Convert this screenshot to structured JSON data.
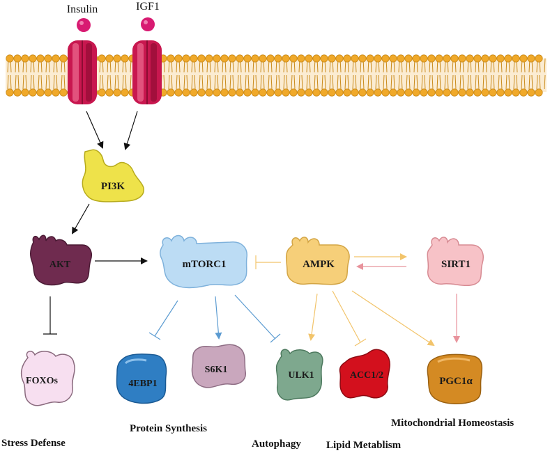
{
  "ligands": [
    {
      "name": "Insulin",
      "color": "#d81b72"
    },
    {
      "name": "IGF1",
      "color": "#d81b72"
    }
  ],
  "proteins": {
    "pi3k": "PI3K",
    "akt": "AKT",
    "mtorc1": "mTORC1",
    "ampk": "AMPK",
    "sirt1": "SIRT1",
    "foxos": "FOXOs",
    "4ebp1": "4EBP1",
    "s6k1": "S6K1",
    "ulk1": "ULK1",
    "acc": "ACC1/2",
    "pgc1a": "PGC1α"
  },
  "outcomes": {
    "stress": "Stress Defense",
    "protein": "Protein Synthesis",
    "autophagy": "Autophagy",
    "lipid": "Lipid Metablism",
    "mito": "Mitochondrial Homeostasis"
  },
  "colors": {
    "membrane_head": "#f0a92a",
    "receptor": "#c8174f",
    "pi3k": "#eee24a",
    "akt": "#6f2b4f",
    "mtorc1": "#bcdcf4",
    "ampk": "#f6cf79",
    "sirt1": "#f7c2c7",
    "foxos": "#f7dff0",
    "4ebp1": "#2f7ec3",
    "s6k1": "#c9a7bd",
    "ulk1": "#7ea88e",
    "acc": "#d3101d",
    "pgc1a": "#d48a23",
    "arrow_black": "#111111",
    "arrow_mtor": "#5b9bd1",
    "arrow_ampk": "#f2c46b",
    "arrow_sirt": "#e8939c"
  }
}
